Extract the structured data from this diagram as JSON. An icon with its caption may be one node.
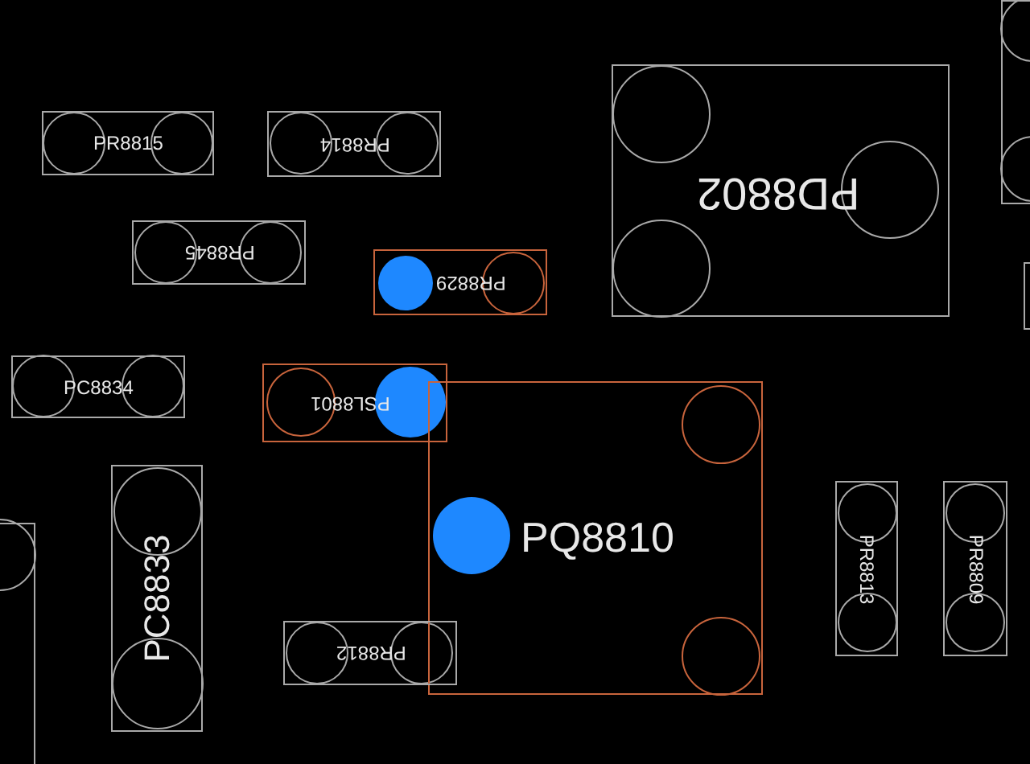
{
  "diagram": {
    "nodes": [
      {
        "text": [
          "PR8815"
        ]
      },
      {
        "text": [
          "PR8814"
        ]
      },
      {
        "text": [
          "PD8802"
        ]
      },
      {
        "text": [],
        "shape": "box"
      },
      {
        "text": [
          "PR8845"
        ]
      },
      {
        "text": [
          "PR8829"
        ]
      },
      {
        "text": [],
        "shape": "box"
      },
      {
        "text": [
          "PC8834"
        ]
      },
      {
        "text": [
          "PSL8801"
        ]
      },
      {
        "text": [
          "PQ8810"
        ]
      },
      {
        "text": [],
        "shape": "box"
      },
      {
        "text": [
          "PC8833"
        ]
      },
      {
        "text": [
          "PR8813"
        ]
      },
      {
        "text": [
          "PR8809"
        ]
      },
      {
        "text": [
          "PR8812"
        ]
      }
    ]
  }
}
